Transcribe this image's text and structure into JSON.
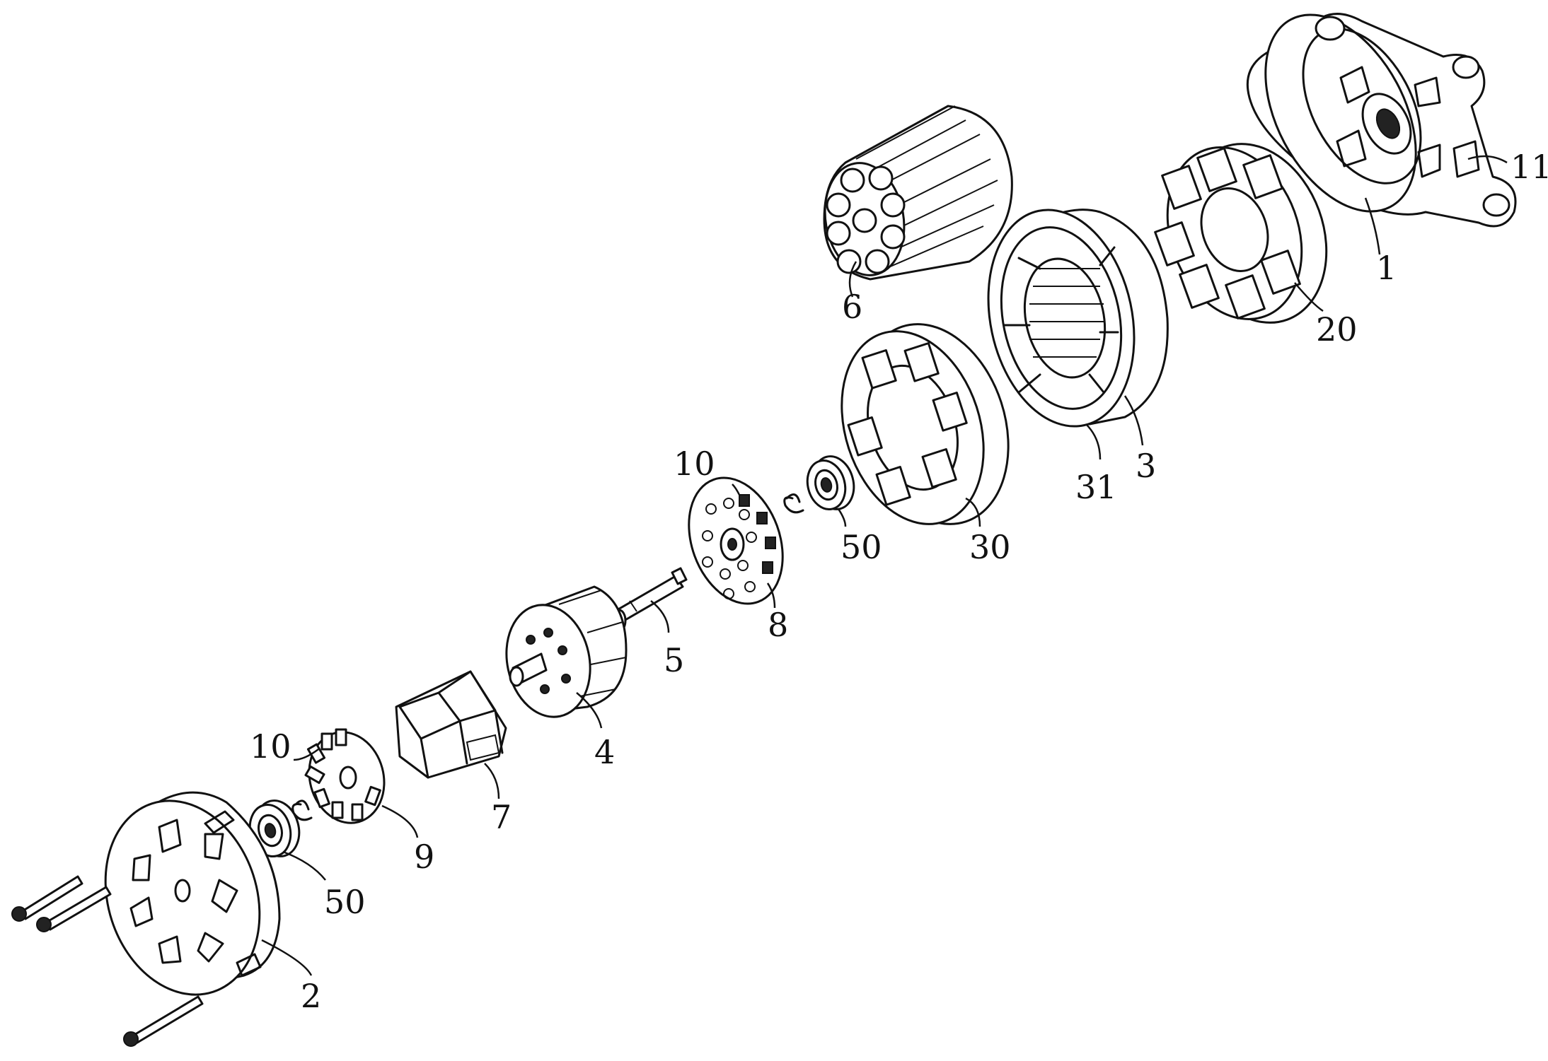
{
  "figure": {
    "callouts": {
      "c1": "1",
      "c11": "11",
      "c20": "20",
      "c6": "6",
      "c3": "3",
      "c31": "31",
      "c30": "30",
      "c50_top": "50",
      "c10_top": "10",
      "c8": "8",
      "c5": "5",
      "c4": "4",
      "c7": "7",
      "c10_bottom": "10",
      "c9": "9",
      "c50_bottom": "50",
      "c2": "2"
    },
    "parts": [
      {
        "id": "front-housing",
        "icon": "end-housing-with-flange"
      },
      {
        "id": "stator-yoke",
        "icon": "slotted-ring"
      },
      {
        "id": "rotor-core",
        "icon": "laminated-rotor"
      },
      {
        "id": "shaft",
        "icon": "shaft"
      },
      {
        "id": "bearing",
        "icon": "ball-bearing"
      },
      {
        "id": "end-cap",
        "icon": "perforated-end-cap"
      },
      {
        "id": "screw",
        "icon": "screw"
      }
    ]
  }
}
